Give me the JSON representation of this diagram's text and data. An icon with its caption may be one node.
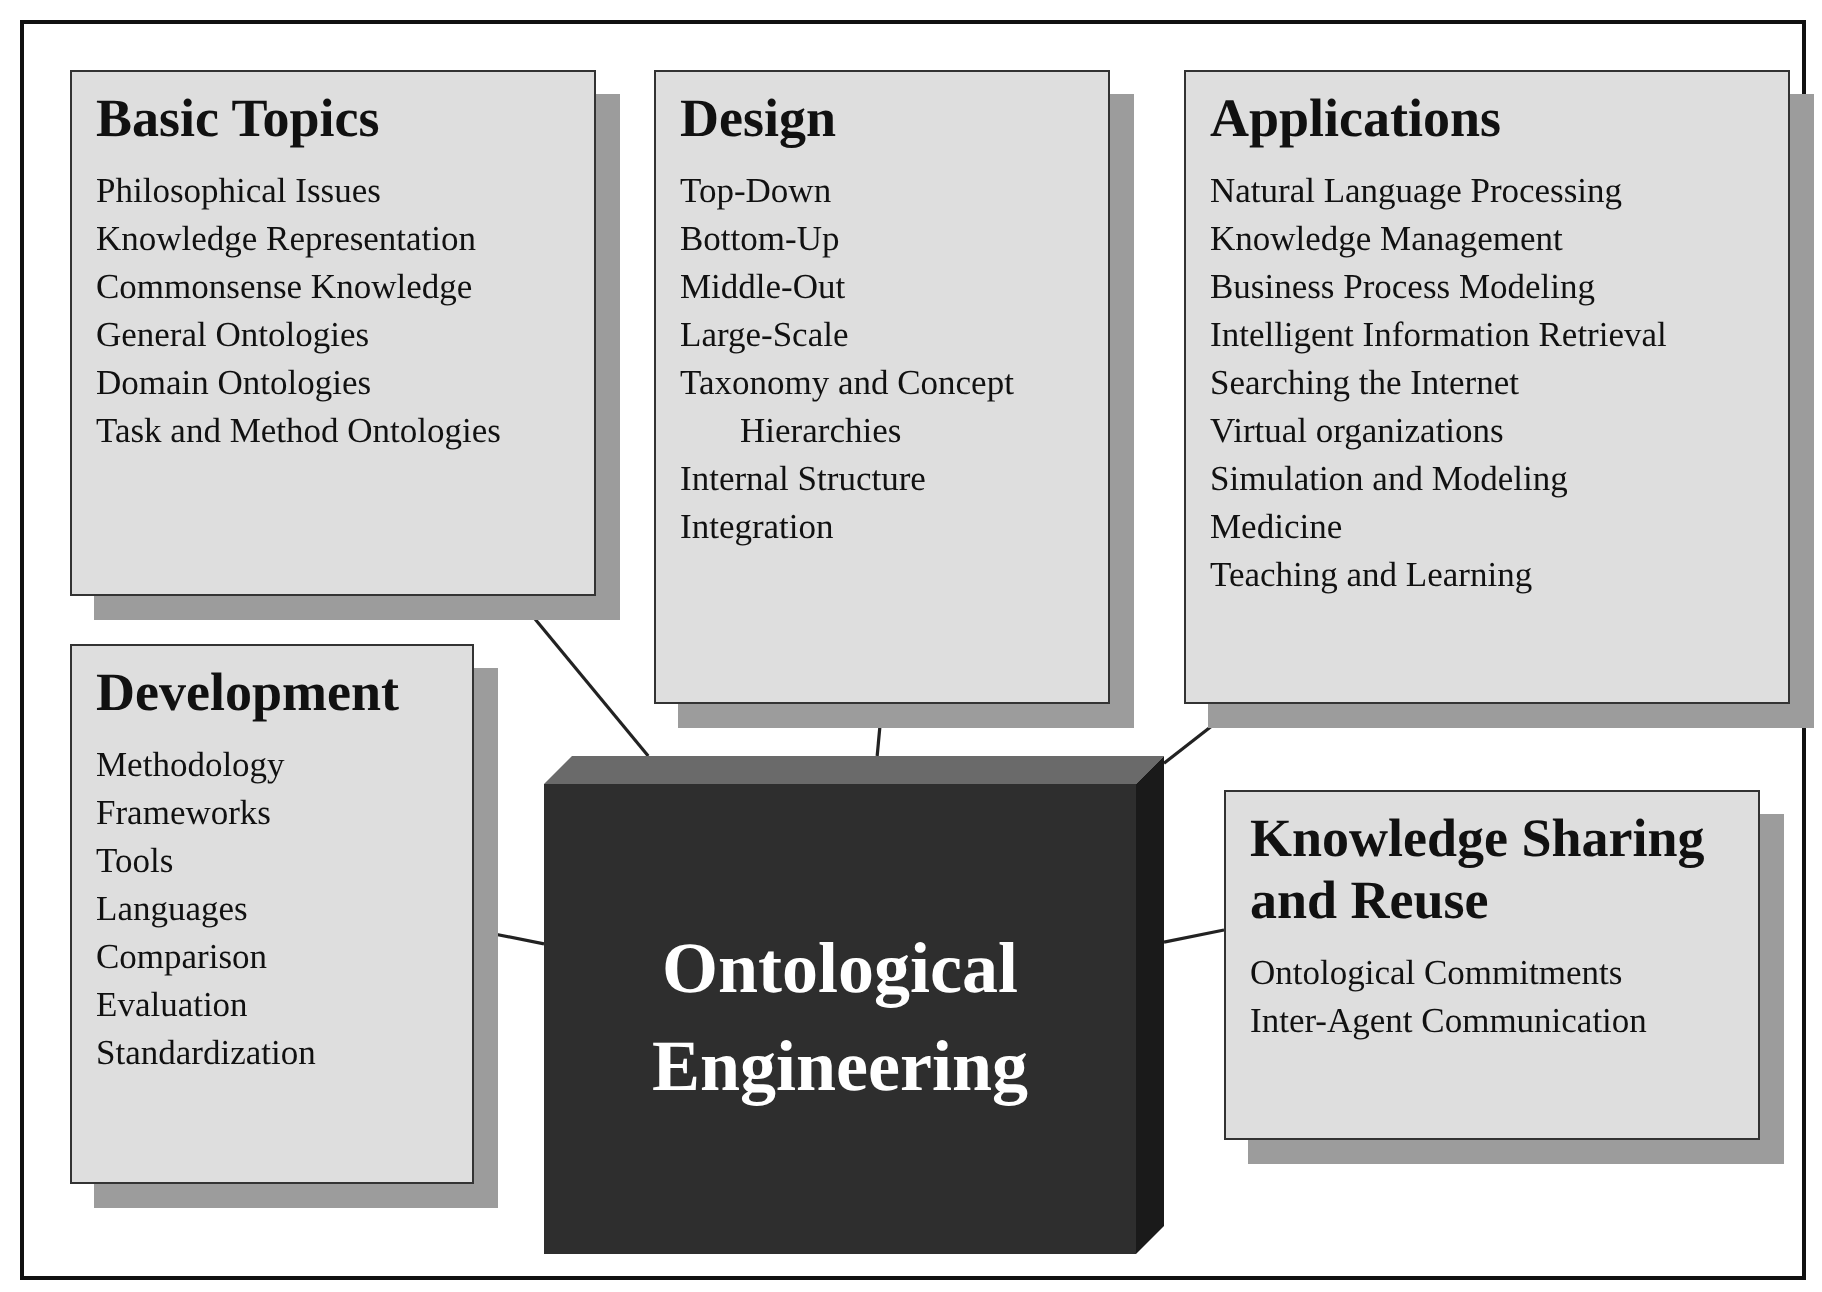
{
  "diagram": {
    "nodes": [
      {
        "text": [
          "Basic Topics",
          "Philosophical Issues",
          "Knowledge Representation",
          "Commonsense Knowledge",
          "General Ontologies",
          "Domain Ontologies",
          "Task and Method Ontologies"
        ]
      },
      {
        "text": [
          "Design",
          "Top-Down",
          "Bottom-Up",
          "Middle-Out",
          "Large-Scale",
          "Taxonomy and Concept Hierarchies",
          "Internal Structure",
          "Integration"
        ]
      },
      {
        "text": [
          "Applications",
          "Natural Language Processing",
          "Knowledge Management",
          "Business Process Modeling",
          "Intelligent Information Retrieval",
          "Searching the Internet",
          "Virtual organizations",
          "Simulation and Modeling",
          "Medicine",
          "Teaching and Learning"
        ]
      },
      {
        "text": [
          "Development",
          "Methodology",
          "Frameworks",
          "Tools",
          "Languages",
          "Comparison",
          "Evaluation",
          "Standardization"
        ]
      },
      {
        "text": [
          "Ontological Engineering"
        ]
      },
      {
        "text": [
          "Knowledge Sharing and Reuse",
          "Ontological Commitments",
          "Inter-Agent Communication"
        ]
      }
    ],
    "edges": [
      {
        "from": 0,
        "to": 4,
        "arrow": "none"
      },
      {
        "from": 1,
        "to": 4,
        "arrow": "none"
      },
      {
        "from": 2,
        "to": 4,
        "arrow": "none"
      },
      {
        "from": 3,
        "to": 4,
        "arrow": "none"
      },
      {
        "from": 5,
        "to": 4,
        "arrow": "none"
      }
    ]
  }
}
